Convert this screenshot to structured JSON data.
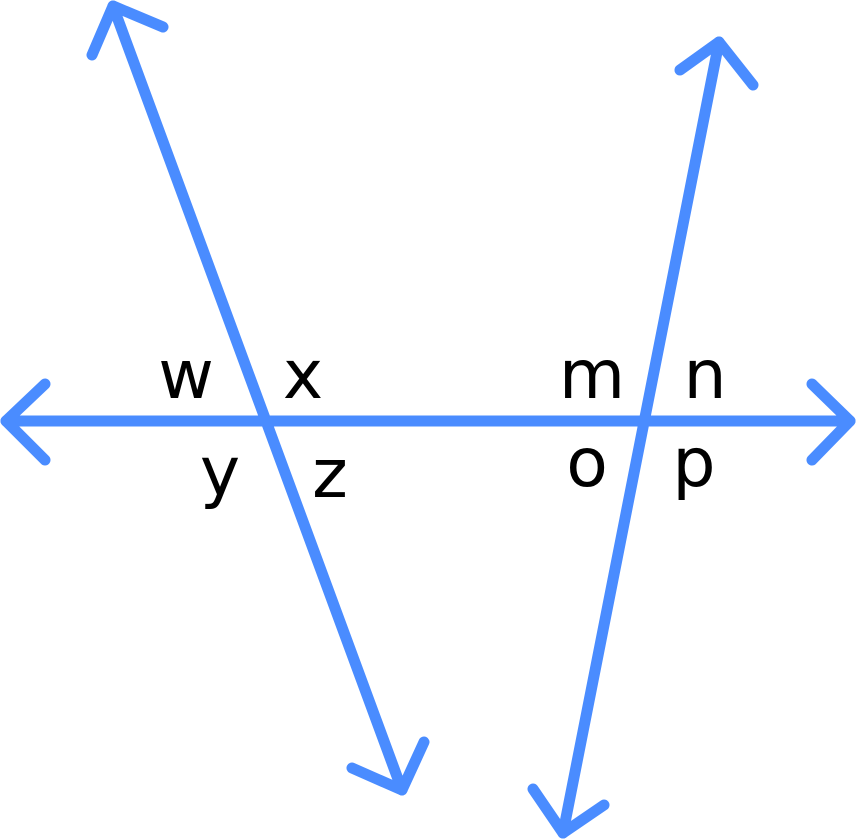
{
  "diagram": {
    "line_color": "#4a8cff",
    "label_color": "#000000",
    "labels": {
      "w": "w",
      "x": "x",
      "y": "y",
      "z": "z",
      "m": "m",
      "n": "n",
      "o": "o",
      "p": "p"
    }
  }
}
